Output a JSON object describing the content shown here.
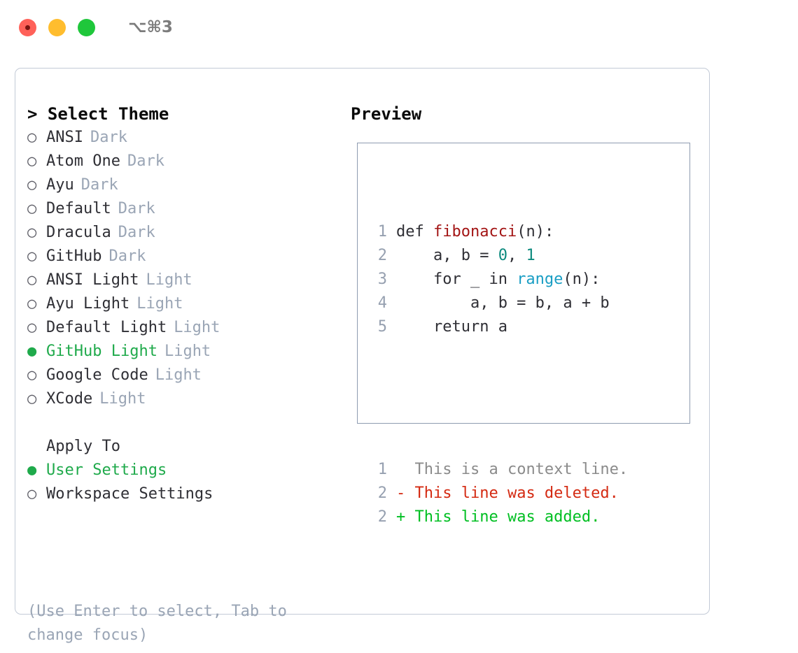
{
  "window": {
    "shortcut": "⌥⌘3",
    "traffic_lights": [
      {
        "name": "close-button",
        "color": "#ff6159"
      },
      {
        "name": "minimize-button",
        "color": "#ffbd2e"
      },
      {
        "name": "maximize-button",
        "color": "#1fc73b"
      }
    ]
  },
  "theme_picker": {
    "title": "> Select Theme",
    "selected_bullet": "●",
    "unselected_bullet": "○",
    "items": [
      {
        "label": "ANSI",
        "tag": "Dark",
        "selected": false
      },
      {
        "label": "Atom One",
        "tag": "Dark",
        "selected": false
      },
      {
        "label": "Ayu",
        "tag": "Dark",
        "selected": false
      },
      {
        "label": "Default",
        "tag": "Dark",
        "selected": false
      },
      {
        "label": "Dracula",
        "tag": "Dark",
        "selected": false
      },
      {
        "label": "GitHub",
        "tag": "Dark",
        "selected": false
      },
      {
        "label": "ANSI Light",
        "tag": "Light",
        "selected": false
      },
      {
        "label": "Ayu Light",
        "tag": "Light",
        "selected": false
      },
      {
        "label": "Default Light",
        "tag": "Light",
        "selected": false
      },
      {
        "label": "GitHub Light",
        "tag": "Light",
        "selected": true
      },
      {
        "label": "Google Code",
        "tag": "Light",
        "selected": false
      },
      {
        "label": "XCode",
        "tag": "Light",
        "selected": false
      }
    ]
  },
  "apply_to": {
    "title": "Apply To",
    "items": [
      {
        "label": "User Settings",
        "selected": true
      },
      {
        "label": "Workspace Settings",
        "selected": false
      }
    ]
  },
  "hint": "(Use Enter to select, Tab to change focus)",
  "preview": {
    "title": "Preview",
    "code_lines": [
      {
        "no": "1",
        "segments": [
          {
            "text": "def ",
            "style": "plain"
          },
          {
            "text": "fibonacci",
            "style": "fn"
          },
          {
            "text": "(n):",
            "style": "plain"
          }
        ]
      },
      {
        "no": "2",
        "segments": [
          {
            "text": "    a, b = ",
            "style": "plain"
          },
          {
            "text": "0",
            "style": "num"
          },
          {
            "text": ", ",
            "style": "plain"
          },
          {
            "text": "1",
            "style": "num"
          }
        ]
      },
      {
        "no": "3",
        "segments": [
          {
            "text": "    for _ in ",
            "style": "plain"
          },
          {
            "text": "range",
            "style": "call"
          },
          {
            "text": "(n):",
            "style": "plain"
          }
        ]
      },
      {
        "no": "4",
        "segments": [
          {
            "text": "        a, b = b, a + b",
            "style": "plain"
          }
        ]
      },
      {
        "no": "5",
        "segments": [
          {
            "text": "    return a",
            "style": "plain"
          }
        ]
      }
    ],
    "diff_lines": [
      {
        "no": "1",
        "marker": "  ",
        "text": "This is a context line.",
        "style": "ctx"
      },
      {
        "no": "2",
        "marker": "- ",
        "text": "This line was deleted.",
        "style": "del"
      },
      {
        "no": "2",
        "marker": "+ ",
        "text": "This line was added.",
        "style": "add"
      }
    ]
  },
  "colors": {
    "accent_green": "#1faa4b",
    "diff_add": "#00bf22",
    "diff_del": "#d42a12",
    "keyword_fn": "#a31515",
    "number": "#0d8a7e",
    "call": "#1a9ec4",
    "muted": "#9aa5b5"
  }
}
